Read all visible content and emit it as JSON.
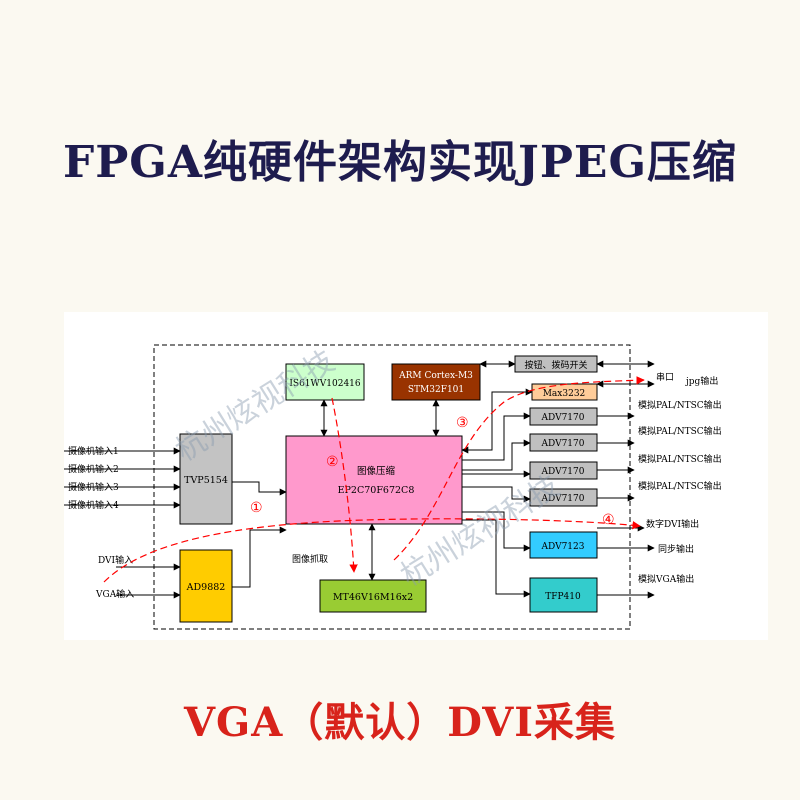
{
  "title": "FPGA纯硬件架构实现JPEG压缩",
  "footer": "VGA（默认）DVI采集",
  "diagram": {
    "camera_inputs": [
      "摄像机输入1",
      "摄像机输入2",
      "摄像机输入3",
      "摄像机输入4"
    ],
    "dvi_input": "DVI输入",
    "vga_input": "VGA输入",
    "blocks": {
      "tvp": "TVP5154",
      "ad": "AD9882",
      "sram": "IS61WV102416",
      "arm_line1": "ARM Cortex-M3",
      "arm_line2": "STM32F101",
      "keys": "按钮、拨码开关",
      "max": "Max3232",
      "fpga_line1": "图像压缩",
      "fpga_line2": "EP2C70F672C8",
      "sdram": "MT46V16M16x2",
      "adv1": "ADV7170",
      "adv2": "ADV7170",
      "adv3": "ADV7170",
      "adv4": "ADV7170",
      "adv7123": "ADV7123",
      "tfp": "TFP410"
    },
    "capture_label": "图像抓取",
    "outputs": {
      "serial": "串口",
      "jpg": "jpg输出",
      "pal1": "模拟PAL/NTSC输出",
      "pal2": "模拟PAL/NTSC输出",
      "pal3": "模拟PAL/NTSC输出",
      "pal4": "模拟PAL/NTSC输出",
      "digital_dvi": "数字DVI输出",
      "sync": "同步输出",
      "vga_out": "模拟VGA输出"
    },
    "path_markers": [
      "①",
      "②",
      "③",
      "④"
    ],
    "watermark": "杭州炫视科技",
    "colors": {
      "tvp": "#c3c3c3",
      "ad": "#ffcc00",
      "sram": "#ccffcc",
      "arm": "#993300",
      "keys": "#c0c0c0",
      "max": "#ffcc99",
      "fpga": "#ff99cc",
      "sdram": "#99cc33",
      "adv": "#c0c0c0",
      "adv7123": "#33ccff",
      "tfp": "#33cccc",
      "path": "#ff0000"
    }
  }
}
